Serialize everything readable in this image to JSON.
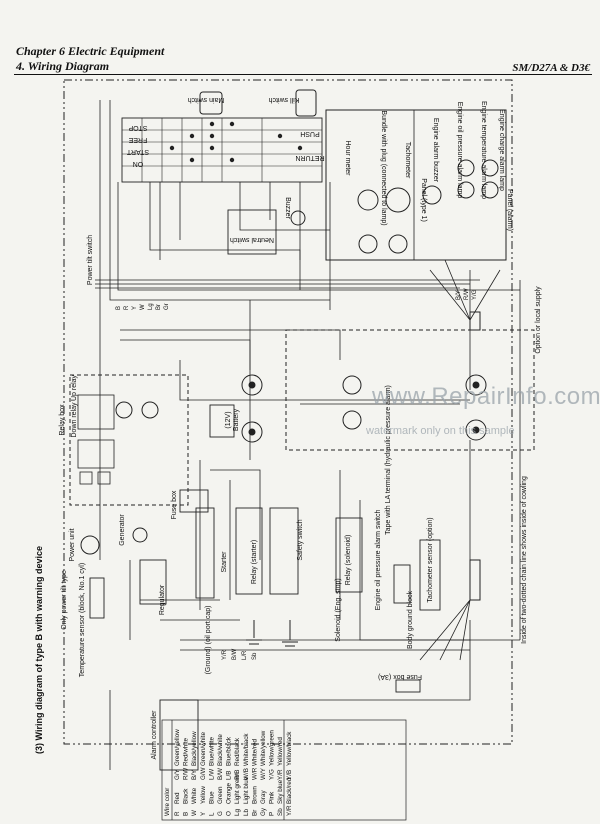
{
  "header": {
    "chapter": "Chapter 6 Electric Equipment",
    "section": "4. Wiring Diagram",
    "model": "SM/D27A & D3€"
  },
  "diagram": {
    "caption": "(3) Wiring diagram of type B with warning device",
    "components": {
      "main_switch": "Main switch",
      "kill_switch": "Kill switch",
      "push": "PUSH",
      "return": "RETURN",
      "stop": "STOP",
      "free": "FREE",
      "start": "START",
      "on": "ON",
      "power_tilt_switch": "Power tilt switch",
      "buzzer": "Buzzer",
      "neutral_switch": "Neutral switch",
      "hour_meter": "Hour meter",
      "tachometer": "Tachometer",
      "bundle_with_plug": "Bundle with plug (connected to lamp)",
      "panel_type1": "Panel (type 1)",
      "engine_alarm_buzzer": "Engine alarm buzzer",
      "oil_pressure_lamp": "Engine oil pressure alarm lamp",
      "temperature_lamp": "Engine temperature alarm lamp",
      "charge_lamp": "Engine charge alarm lamp",
      "panel_alarm": "Panel (alarm)",
      "relay_box": "Relay box",
      "down_relay": "Down relay",
      "up_relay": "Up relay",
      "power_unit": "Power unit",
      "battery": "Battery",
      "battery_voltage": "(12V)",
      "generator": "Generator",
      "fuse_box": "Fuse box",
      "starter": "Starter",
      "relay_starter": "Relay (starter)",
      "safety_switch": "Safety switch",
      "relay_solenoid": "Relay (solenoid)",
      "tape_la": "Tape with LA terminal (hydraulic pressure alarm)",
      "option_or_local": "Option or local supply",
      "oil_pressure_switch": "Engine oil pressure alarm switch",
      "body_ground_block": "Body ground block",
      "tachometer_sensor": "Tachometer sensor (option)",
      "regulator": "Regulator",
      "ground_oil_port": "(Ground) (oil port cap)",
      "solenoid_eng_stop": "Solenoid (Eng. stop)",
      "only_power_tilt": "Only power tilt type",
      "temperature_sensor": "Temperature sensor (block, No.1 cyl)",
      "alarm_controller": "Alarm controller",
      "fuse_3a": "Fuse box (3A)",
      "chain_note": "Inside of two-dotted chain line shows inside of cowling"
    },
    "wire_codes": [
      "B",
      "R",
      "Y",
      "W",
      "Lg",
      "Br",
      "Gr",
      "Y/R",
      "B/W",
      "L/R",
      "Sb",
      "B/Y",
      "R/W",
      "Y/G"
    ]
  },
  "wire_color_table": {
    "title": "Wire color",
    "left": [
      [
        "R",
        "Red"
      ],
      [
        "B",
        "Black"
      ],
      [
        "W",
        "White"
      ],
      [
        "Y",
        "Yellow"
      ],
      [
        "L",
        "Blue"
      ],
      [
        "G",
        "Green"
      ],
      [
        "O",
        "Orange"
      ],
      [
        "Lg",
        "Light green"
      ],
      [
        "Lb",
        "Light blue"
      ],
      [
        "Br",
        "Brown"
      ],
      [
        "Gy",
        "Gray"
      ],
      [
        "P",
        "Pink"
      ],
      [
        "Sb",
        "Sky blue"
      ],
      [
        "Y/R",
        "Black/red"
      ]
    ],
    "right": [
      [
        "G/Y",
        "Green/yellow"
      ],
      [
        "R/W",
        "Red/white"
      ],
      [
        "B/Y",
        "Black/yellow"
      ],
      [
        "G/W",
        "Green/white"
      ],
      [
        "L/W",
        "Blue/white"
      ],
      [
        "B/W",
        "Black/white"
      ],
      [
        "L/B",
        "Blue/black"
      ],
      [
        "R/B",
        "Red/black"
      ],
      [
        "W/B",
        "White/black"
      ],
      [
        "W/R",
        "White/red"
      ],
      [
        "W/Y",
        "White/yellow"
      ],
      [
        "Y/G",
        "Yellow/green"
      ],
      [
        "Y/R",
        "Yellow/red"
      ],
      [
        "Y/B",
        "Yellow/black"
      ]
    ]
  },
  "watermark": {
    "main": "www.RepairInfo.com",
    "sub": "watermark only on this sample"
  }
}
